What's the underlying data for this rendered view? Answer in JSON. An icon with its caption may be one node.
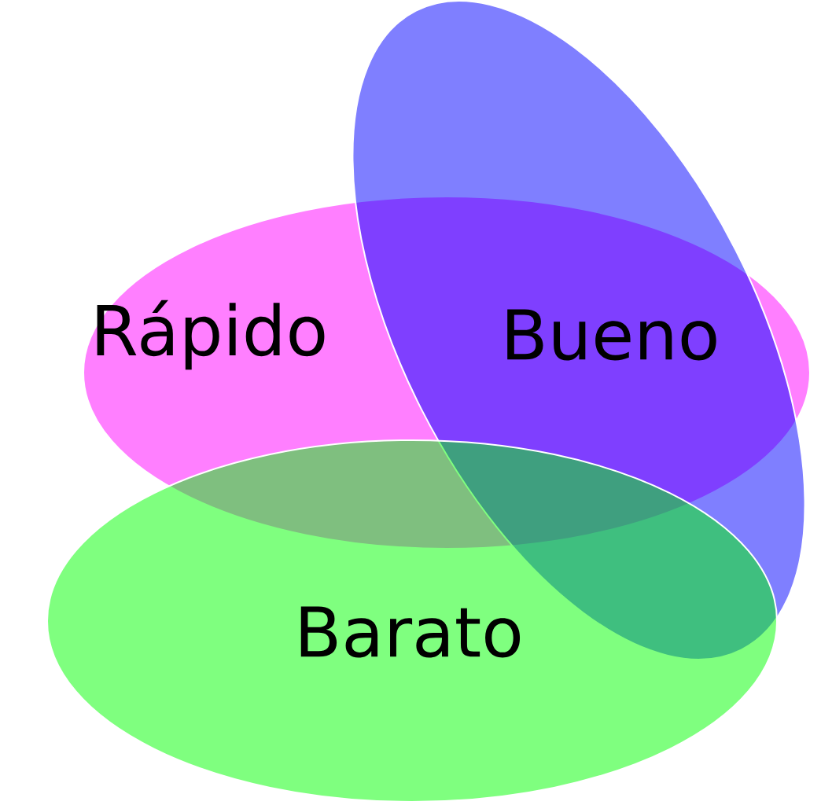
{
  "diagram": {
    "nodes": [
      {
        "text": [
          "Rápido"
        ]
      },
      {
        "text": [
          "Bueno"
        ]
      },
      {
        "text": [
          "Barato"
        ]
      }
    ]
  }
}
